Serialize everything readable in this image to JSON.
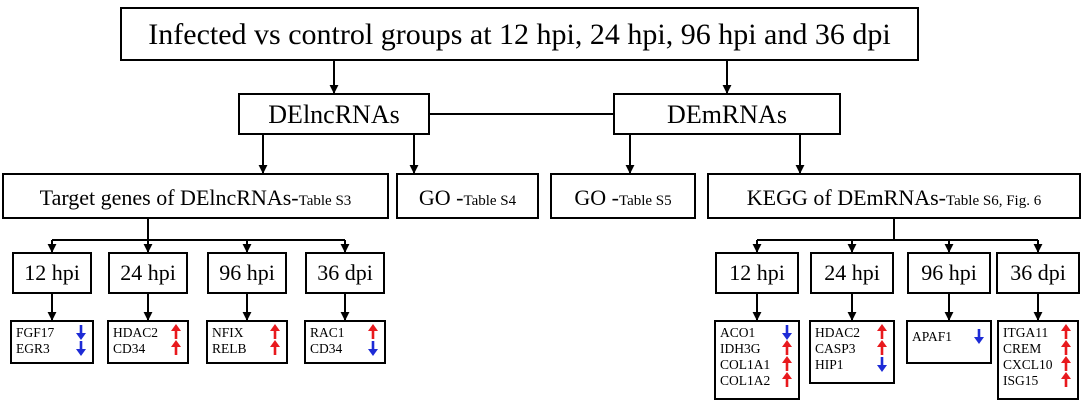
{
  "top": {
    "title": "Infected vs control groups at 12 hpi, 24 hpi, 96 hpi and 36 dpi"
  },
  "level2": {
    "lnc": "DElncRNAs",
    "m": "DEmRNAs"
  },
  "level3": {
    "target": {
      "main": "Target genes of DElncRNAs-",
      "ref": "Table S3"
    },
    "go_lnc": {
      "main": "GO -",
      "ref": "Table S4"
    },
    "go_m": {
      "main": "GO -",
      "ref": "Table S5"
    },
    "kegg": {
      "main": "KEGG of DEmRNAs-",
      "ref": "Table S6, Fig. 6"
    }
  },
  "colors": {
    "up": "#e8191d",
    "down": "#1d2bd6",
    "line": "#000000"
  },
  "left_groups": [
    {
      "label": "12 hpi",
      "genes": [
        {
          "name": "FGF17",
          "dir": "down"
        },
        {
          "name": "EGR3",
          "dir": "down"
        }
      ]
    },
    {
      "label": "24 hpi",
      "genes": [
        {
          "name": "HDAC2",
          "dir": "up"
        },
        {
          "name": "CD34",
          "dir": "up"
        }
      ]
    },
    {
      "label": "96 hpi",
      "genes": [
        {
          "name": "NFIX",
          "dir": "up"
        },
        {
          "name": "RELB",
          "dir": "up"
        }
      ]
    },
    {
      "label": "36 dpi",
      "genes": [
        {
          "name": "RAC1",
          "dir": "up"
        },
        {
          "name": "CD34",
          "dir": "down"
        }
      ]
    }
  ],
  "right_groups": [
    {
      "label": "12 hpi",
      "genes": [
        {
          "name": "ACO1",
          "dir": "down"
        },
        {
          "name": "IDH3G",
          "dir": "up"
        },
        {
          "name": "COL1A1",
          "dir": "up"
        },
        {
          "name": "COL1A2",
          "dir": "up"
        }
      ]
    },
    {
      "label": "24 hpi",
      "genes": [
        {
          "name": "HDAC2",
          "dir": "up"
        },
        {
          "name": "CASP3",
          "dir": "up"
        },
        {
          "name": "HIP1",
          "dir": "down"
        }
      ]
    },
    {
      "label": "96 hpi",
      "genes": [
        {
          "name": "APAF1",
          "dir": "down"
        }
      ]
    },
    {
      "label": "36 dpi",
      "genes": [
        {
          "name": "ITGA11",
          "dir": "up"
        },
        {
          "name": "CREM",
          "dir": "up"
        },
        {
          "name": "CXCL10",
          "dir": "up"
        },
        {
          "name": "ISG15",
          "dir": "up"
        }
      ]
    }
  ]
}
